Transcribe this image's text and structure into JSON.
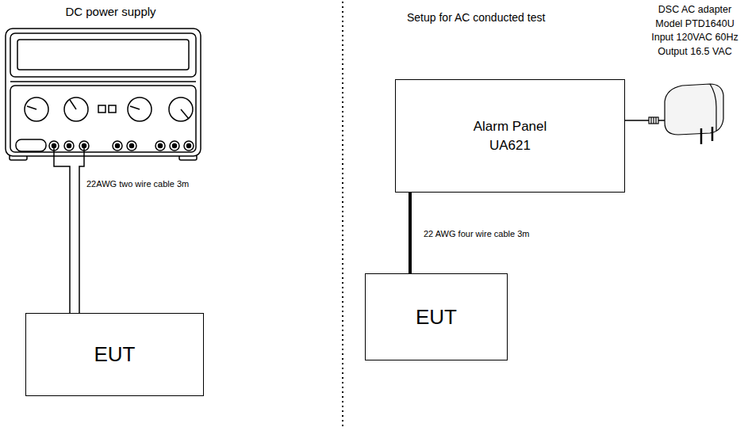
{
  "diagram": {
    "nodes": [
      {
        "text": [
          "DC power supply"
        ]
      },
      {
        "text": [
          "EUT"
        ]
      },
      {
        "text": [
          "Alarm Panel UA621"
        ]
      },
      {
        "text": [
          "EUT"
        ]
      },
      {
        "text": [
          "DSC AC adapter",
          "Model PTD1640U",
          "Input 120VAC 60Hz",
          "Output 16.5 VAC"
        ]
      }
    ],
    "edges": [
      {
        "from": 0,
        "to": 1,
        "arrow": "none",
        "label": "22AWG two wire cable 3m"
      },
      {
        "from": 2,
        "to": 3,
        "arrow": "none",
        "label": "22 AWG four wire cable 3m"
      },
      {
        "from": 4,
        "to": 2,
        "arrow": "none"
      }
    ],
    "labels": [
      "Setup for AC conducted test"
    ]
  }
}
